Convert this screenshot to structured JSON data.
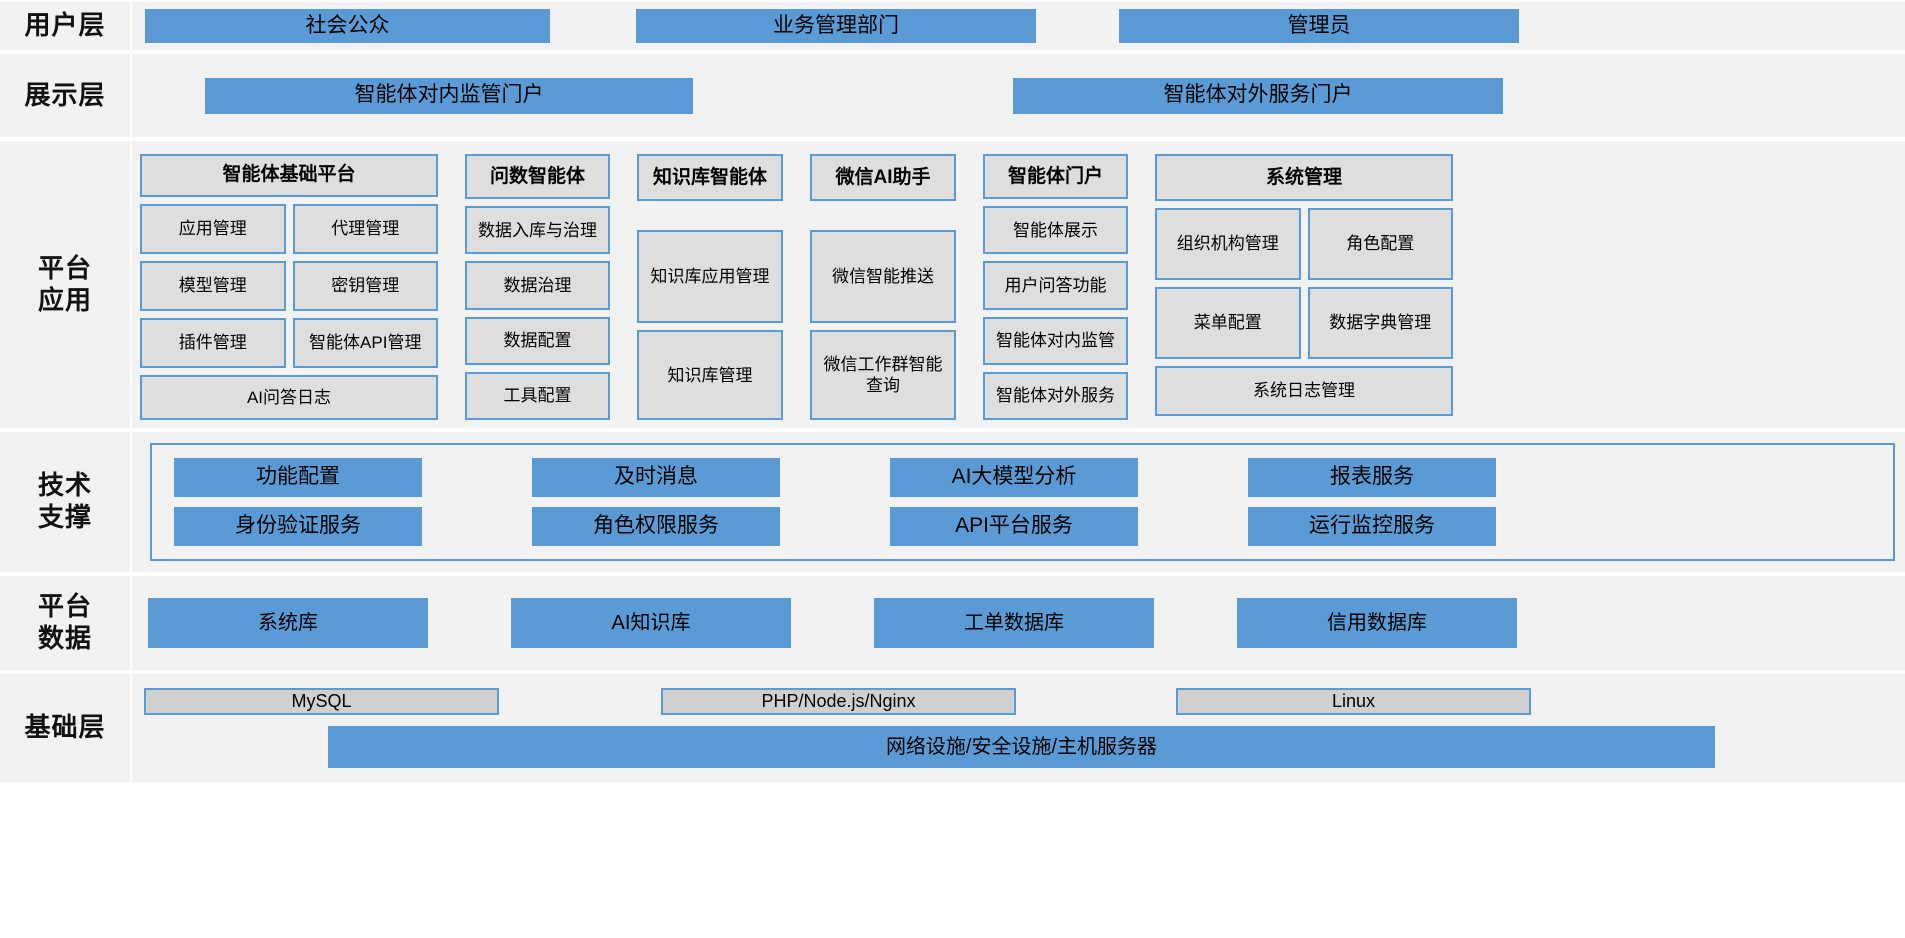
{
  "layers": {
    "user": {
      "label_lines": [
        "用户层"
      ],
      "items": [
        {
          "label": "社会公众"
        },
        {
          "label": "业务管理部门"
        },
        {
          "label": "管理员"
        }
      ]
    },
    "presentation": {
      "label_lines": [
        "展示层"
      ],
      "items": [
        {
          "label": "智能体对内监管门户"
        },
        {
          "label": "智能体对外服务门户"
        }
      ]
    },
    "platform_app": {
      "label_lines": [
        "平台",
        "应用"
      ],
      "columns": [
        {
          "head": "智能体基础平台",
          "pairs": [
            [
              "应用管理",
              "代理管理"
            ],
            [
              "模型管理",
              "密钥管理"
            ],
            [
              "插件管理",
              "智能体API管理"
            ]
          ],
          "full": "AI问答日志"
        },
        {
          "head": "问数智能体",
          "items": [
            "数据入库与治理",
            "数据治理",
            "数据配置",
            "工具配置"
          ]
        },
        {
          "head": "知识库智能体",
          "items": [
            "知识库应用管理",
            "知识库管理"
          ]
        },
        {
          "head": "微信AI助手",
          "items": [
            "微信智能推送",
            "微信工作群智能查询"
          ]
        },
        {
          "head": "智能体门户",
          "items": [
            "智能体展示",
            "用户问答功能",
            "智能体对内监管",
            "智能体对外服务"
          ]
        },
        {
          "head": "系统管理",
          "pairs": [
            [
              "组织机构管理",
              "角色配置"
            ],
            [
              "菜单配置",
              "数据字典管理"
            ]
          ],
          "full": "系统日志管理"
        }
      ]
    },
    "tech_support": {
      "label_lines": [
        "技术",
        "支撑"
      ],
      "rows": [
        [
          "功能配置",
          "及时消息",
          "AI大模型分析",
          "报表服务"
        ],
        [
          "身份验证服务",
          "角色权限服务",
          "API平台服务",
          "运行监控服务"
        ]
      ]
    },
    "platform_data": {
      "label_lines": [
        "平台",
        "数据"
      ],
      "items": [
        "系统库",
        "AI知识库",
        "工单数据库",
        "信用数据库"
      ]
    },
    "infrastructure": {
      "label_lines": [
        "基础层"
      ],
      "top_items": [
        "MySQL",
        "PHP/Node.js/Nginx",
        "Linux"
      ],
      "bottom_item": "网络设施/安全设施/主机服务器"
    }
  },
  "colors": {
    "accent_blue": "#5b9bd5",
    "band_background": "#f2f2f2",
    "box_gray": "#dedede",
    "infra_gray": "#d0d0d0"
  }
}
